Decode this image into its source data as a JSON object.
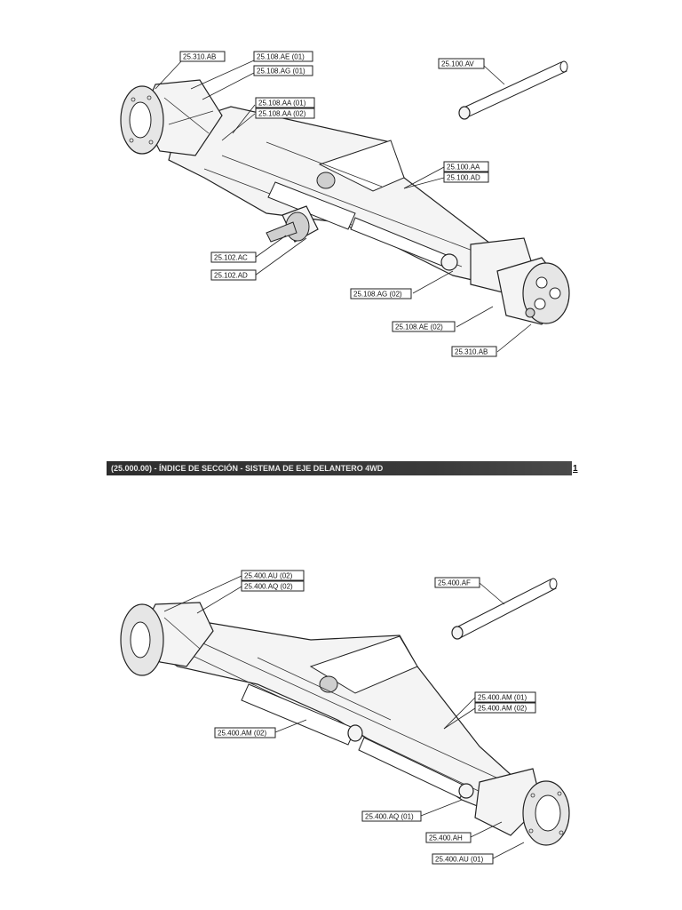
{
  "diagram_top": {
    "labels": [
      "25.310.AB",
      "25.108.AE (01)",
      "25.108.AG (01)",
      "25.108.AA (01)",
      "25.108.AA (02)",
      "25.100.AV",
      "25.100.AA",
      "25.100.AD",
      "25.102.AC",
      "25.102.AD",
      "25.108.AG (02)",
      "25.108.AE (02)",
      "25.310.AB"
    ]
  },
  "section_banner": {
    "title": "(25.000.00) - ÍNDICE DE SECCIÓN - SISTEMA DE EJE DELANTERO 4WD",
    "page_mark": "1"
  },
  "diagram_bottom": {
    "labels": [
      "25.400.AU (02)",
      "25.400.AQ (02)",
      "25.400.AF",
      "25.400.AM (01)",
      "25.400.AM (02)",
      "25.400.AM (02)",
      "25.400.AQ (01)",
      "25.400.AH",
      "25.400.AU (01)"
    ]
  }
}
